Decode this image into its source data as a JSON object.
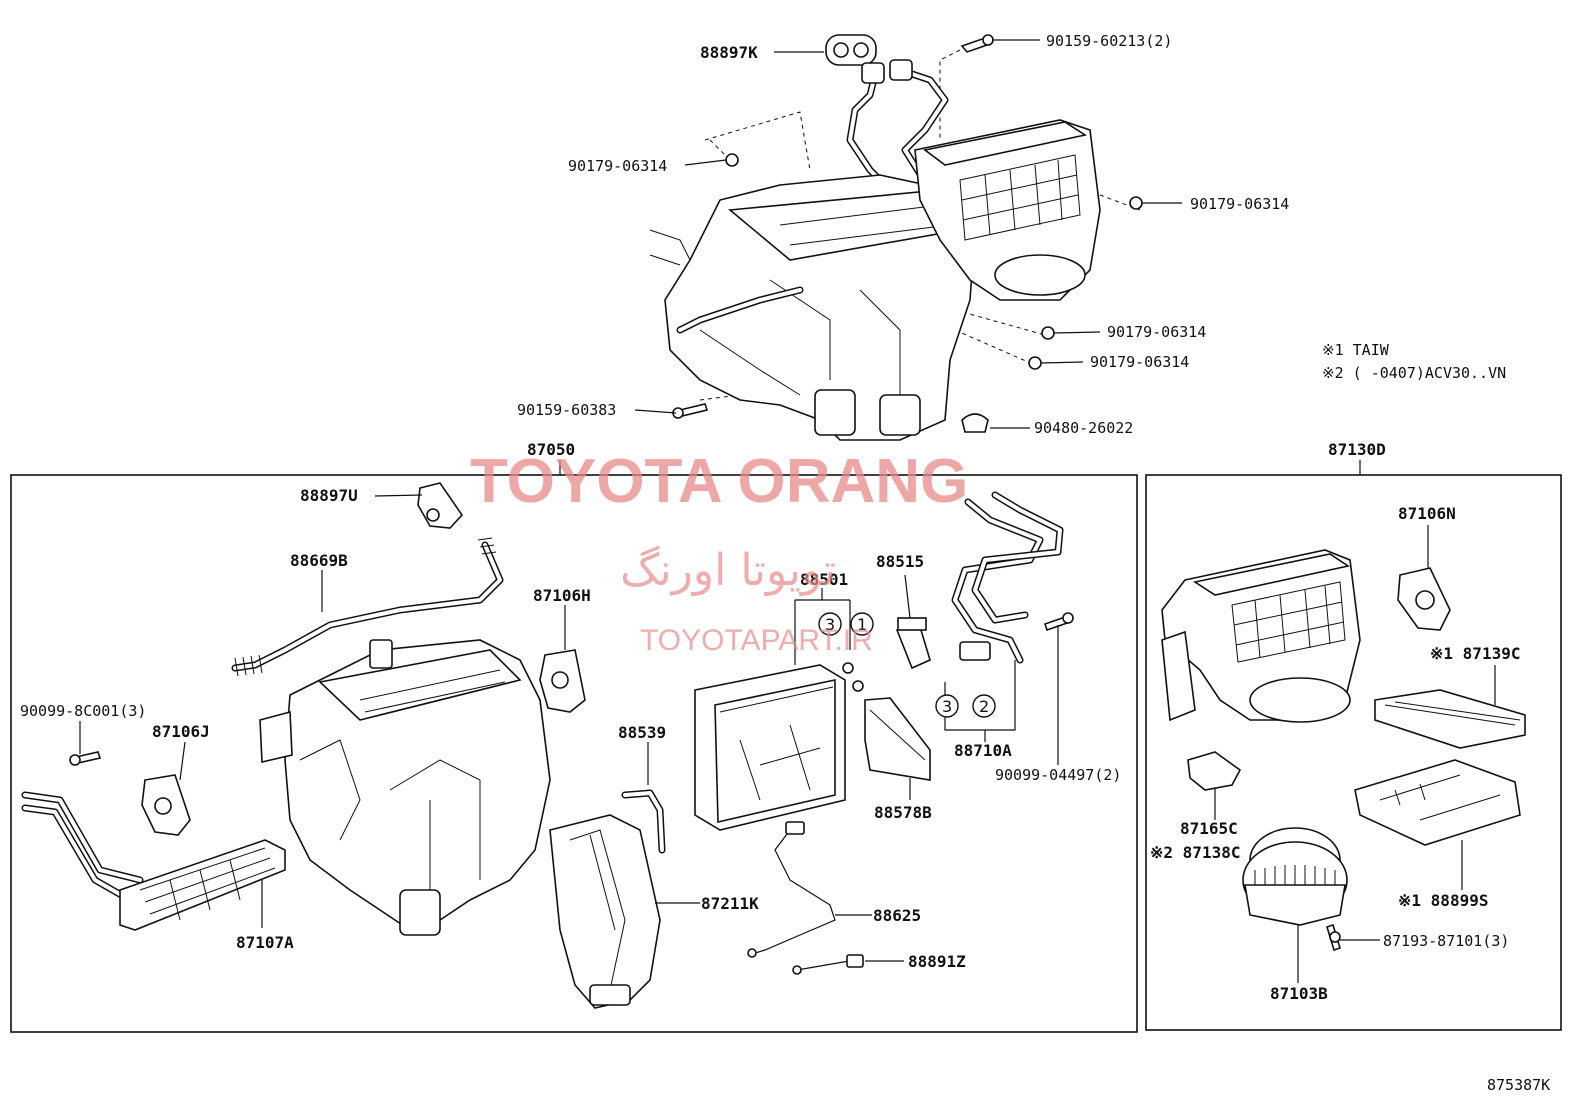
{
  "watermark": {
    "brand": "TOYOTA ORANG",
    "brand_fa": "تویوتا اورنگ",
    "site": "TOYOTAPART.IR"
  },
  "notes": {
    "n1": "※1 TAIW",
    "n2": "※2 (    -0407)ACV30..VN"
  },
  "figure_code": "875387K",
  "top_labels": {
    "p88897K": "88897K",
    "p90159_60213": "90159-60213(2)",
    "p90179_a": "90179-06314",
    "p90179_b": "90179-06314",
    "p90179_c": "90179-06314",
    "p90179_d": "90179-06314",
    "p90159_60383": "90159-60383",
    "p90480": "90480-26022"
  },
  "left_box": {
    "title": "87050",
    "labels": {
      "p88897U": "88897U",
      "p88669B": "88669B",
      "p87106H": "87106H",
      "p90099_8C001": "90099-8C001(3)",
      "p87106J": "87106J",
      "p87107A": "87107A",
      "p88539": "88539",
      "p88501": "88501",
      "p88515": "88515",
      "p88710A": "88710A",
      "p90099_04497": "90099-04497(2)",
      "p88578B": "88578B",
      "p87211K": "87211K",
      "p88625": "88625",
      "p88891Z": "88891Z"
    },
    "circles": [
      "3",
      "1",
      "3",
      "2"
    ]
  },
  "right_box": {
    "title": "87130D",
    "labels": {
      "p87106N": "87106N",
      "p87139C": "※1 87139C",
      "p87165C": "87165C",
      "p87138C": "※2 87138C",
      "p88899S": "※1 88899S",
      "p87193": "87193-87101(3)",
      "p87103B": "87103B"
    }
  }
}
